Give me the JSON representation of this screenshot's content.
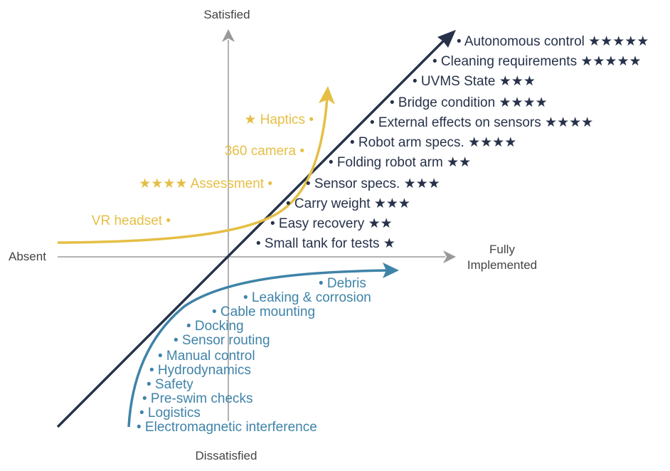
{
  "axes": {
    "top": "Satisfied",
    "bottom": "Dissatisfied",
    "left": "Absent",
    "right_line1": "Fully",
    "right_line2": "Implemented"
  },
  "colors": {
    "axis": "#999999",
    "performance": "#27324a",
    "attractive": "#e5bf45",
    "must_be": "#3f83a8",
    "axis_text": "#444444"
  },
  "performance_items": [
    "• Autonomous control ★★★★★",
    "• Cleaning requirements ★★★★★",
    "• UVMS State ★★★",
    "• Bridge condition ★★★★",
    "• External effects on sensors ★★★★",
    "• Robot arm specs. ★★★★",
    "• Folding robot arm ★★",
    "• Sensor specs. ★★★",
    "• Carry weight ★★★",
    "• Easy recovery ★★",
    "• Small tank for tests ★"
  ],
  "attractive_items": [
    "★ Haptics •",
    "360 camera •",
    "★★★★ Assessment •",
    "VR headset •"
  ],
  "must_be_items": [
    "• Debris",
    "• Leaking & corrosion",
    "• Cable mounting",
    "• Docking",
    "• Sensor routing",
    "• Manual control",
    "• Hydrodynamics",
    "• Safety",
    "• Pre-swim checks",
    "• Logistics",
    "• Electromagnetic interference"
  ]
}
